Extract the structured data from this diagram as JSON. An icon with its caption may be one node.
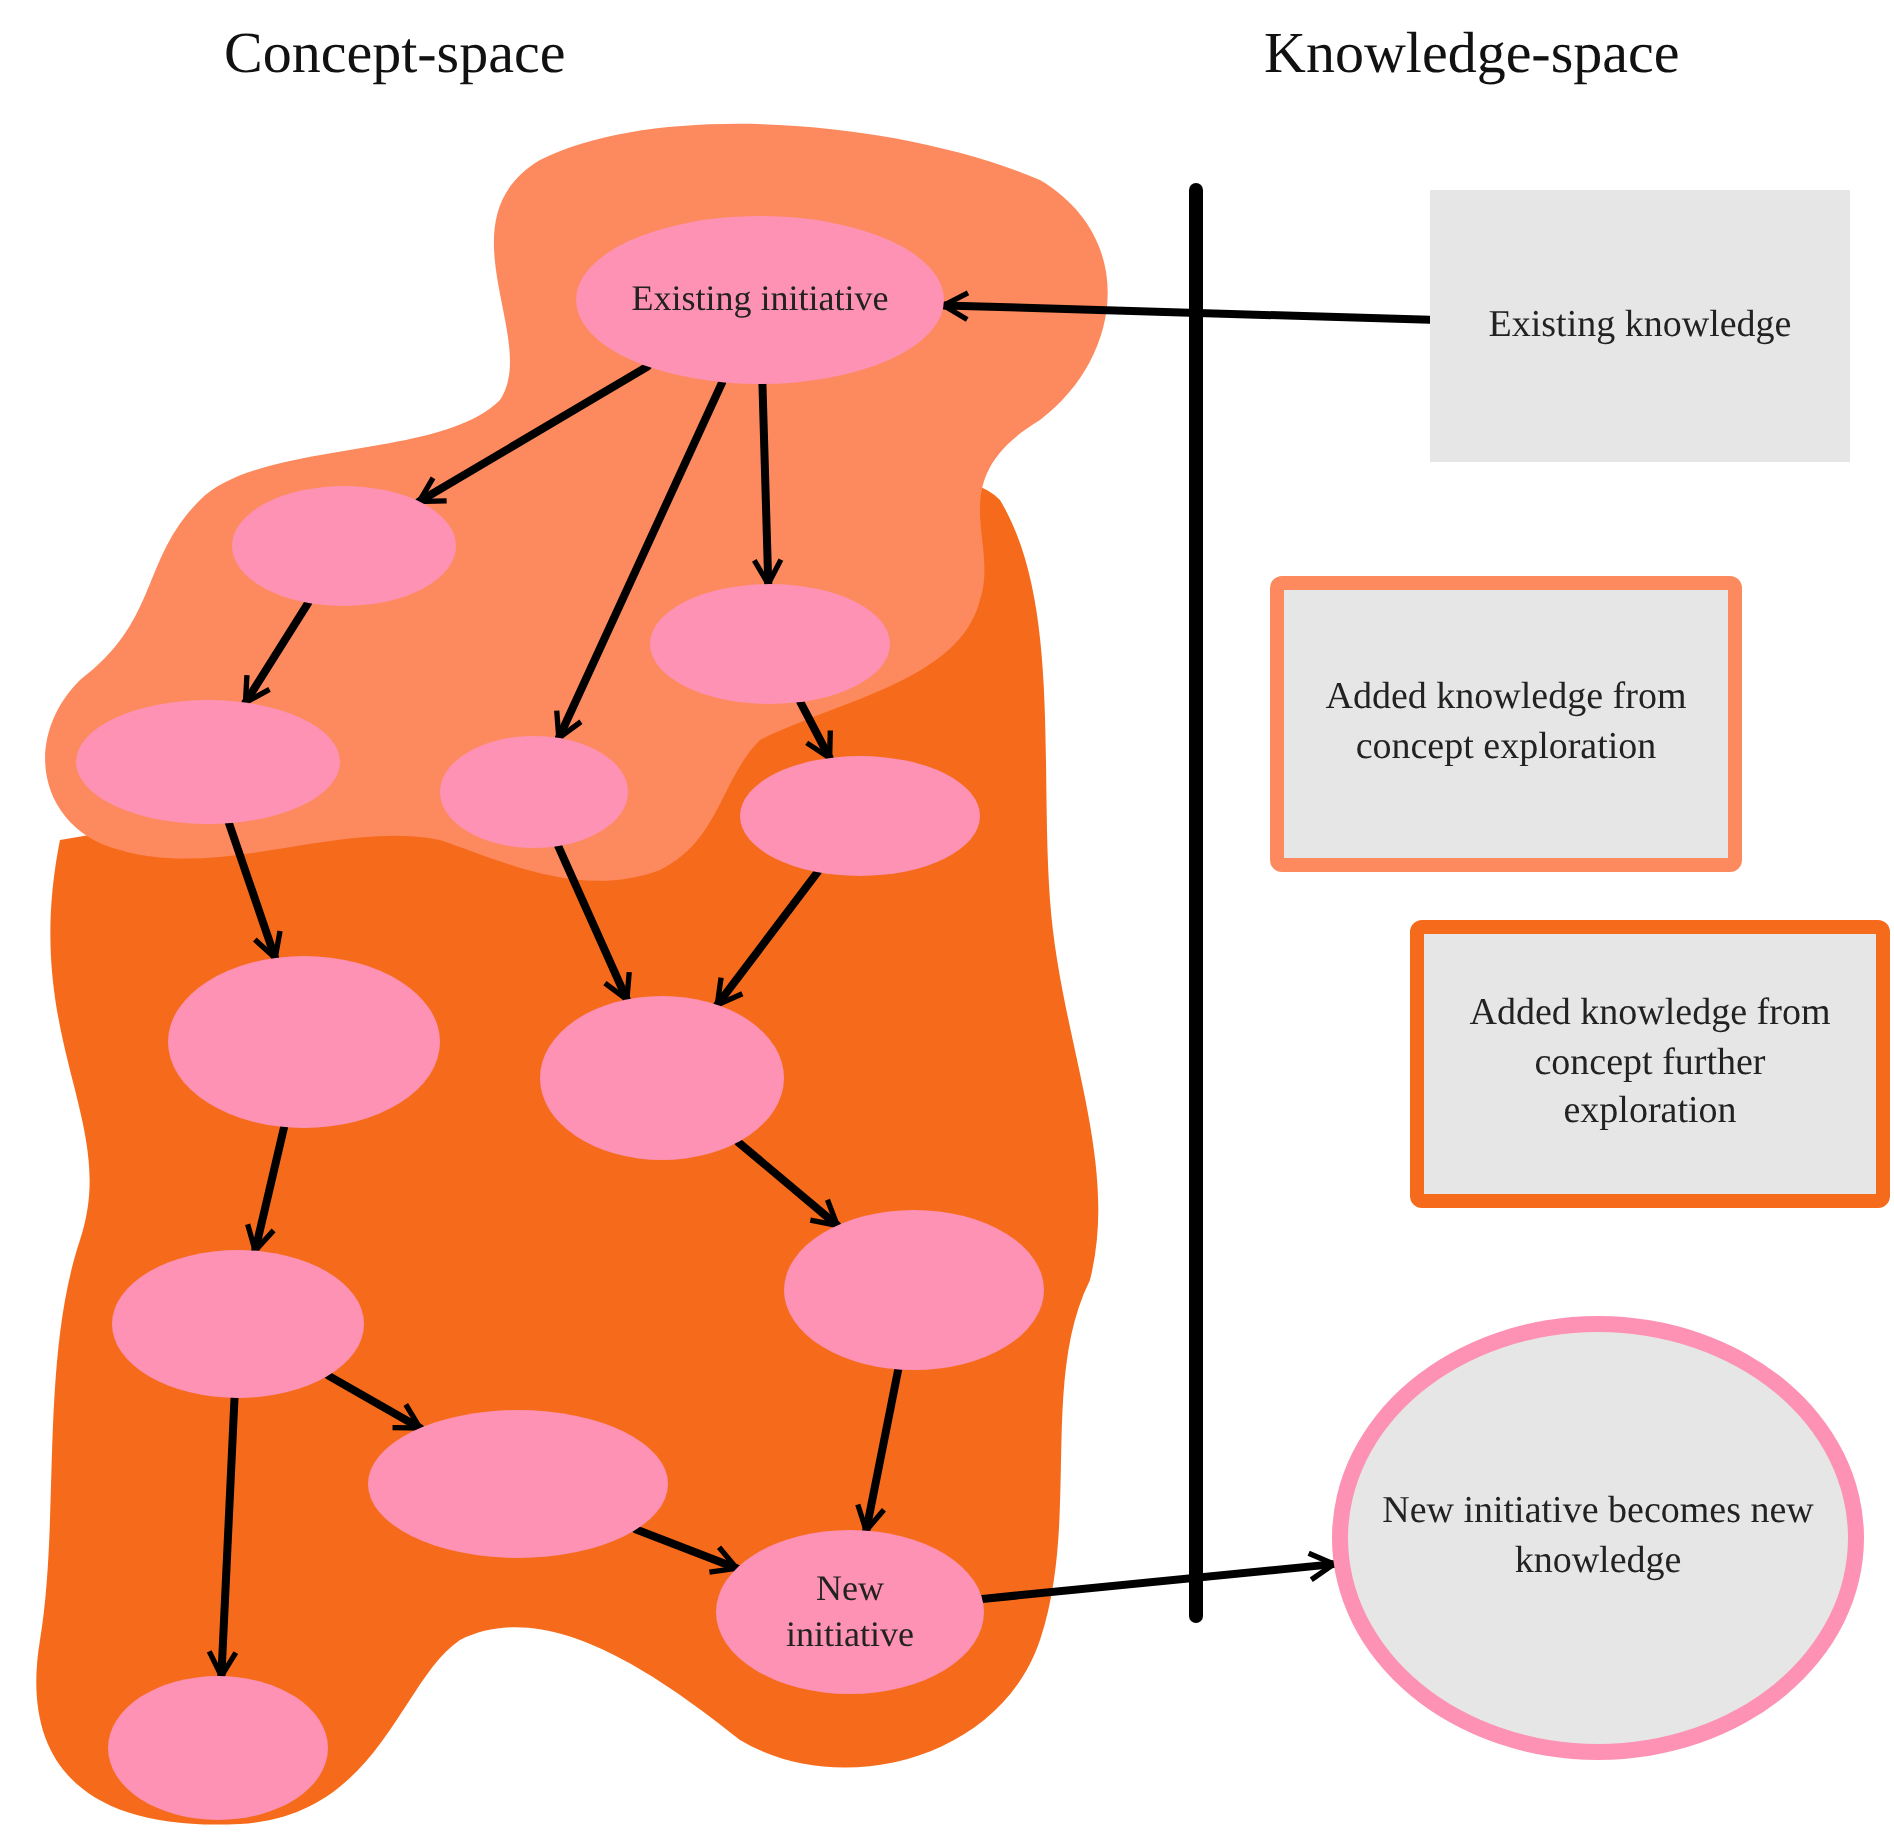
{
  "diagram": {
    "nodes": [
      {
        "text": [
          "Existing initiative"
        ]
      },
      {
        "text": [],
        "shape": "ellipse"
      },
      {
        "text": [],
        "shape": "ellipse"
      },
      {
        "text": [],
        "shape": "ellipse"
      },
      {
        "text": [],
        "shape": "ellipse"
      },
      {
        "text": [],
        "shape": "ellipse"
      },
      {
        "text": [],
        "shape": "ellipse"
      },
      {
        "text": [],
        "shape": "ellipse"
      },
      {
        "text": [],
        "shape": "ellipse"
      },
      {
        "text": [],
        "shape": "ellipse"
      },
      {
        "text": [],
        "shape": "ellipse"
      },
      {
        "text": [
          "New initiative"
        ]
      },
      {
        "text": [],
        "shape": "ellipse"
      },
      {
        "text": [
          "Existing knowledge"
        ]
      },
      {
        "text": [
          "Added knowledge from concept exploration"
        ]
      },
      {
        "text": [
          "Added knowledge from concept further exploration"
        ]
      },
      {
        "text": [
          "New initiative becomes new knowledge"
        ]
      }
    ],
    "edges": [
      {
        "from": 13,
        "to": 0,
        "arrow": "to"
      },
      {
        "from": 0,
        "to": 1,
        "arrow": "to"
      },
      {
        "from": 0,
        "to": 4,
        "arrow": "to"
      },
      {
        "from": 0,
        "to": 2,
        "arrow": "to"
      },
      {
        "from": 1,
        "to": 3,
        "arrow": "to"
      },
      {
        "from": 2,
        "to": 5,
        "arrow": "to"
      },
      {
        "from": 3,
        "to": 6,
        "arrow": "to"
      },
      {
        "from": 4,
        "to": 7,
        "arrow": "to"
      },
      {
        "from": 5,
        "to": 7,
        "arrow": "to"
      },
      {
        "from": 6,
        "to": 9,
        "arrow": "to"
      },
      {
        "from": 7,
        "to": 8,
        "arrow": "to"
      },
      {
        "from": 9,
        "to": 10,
        "arrow": "to"
      },
      {
        "from": 9,
        "to": 12,
        "arrow": "to"
      },
      {
        "from": 8,
        "to": 11,
        "arrow": "to"
      },
      {
        "from": 10,
        "to": 11,
        "arrow": "to"
      },
      {
        "from": 11,
        "to": 16,
        "arrow": "to"
      }
    ],
    "labels": [
      "Concept-space",
      "Knowledge-space"
    ]
  }
}
